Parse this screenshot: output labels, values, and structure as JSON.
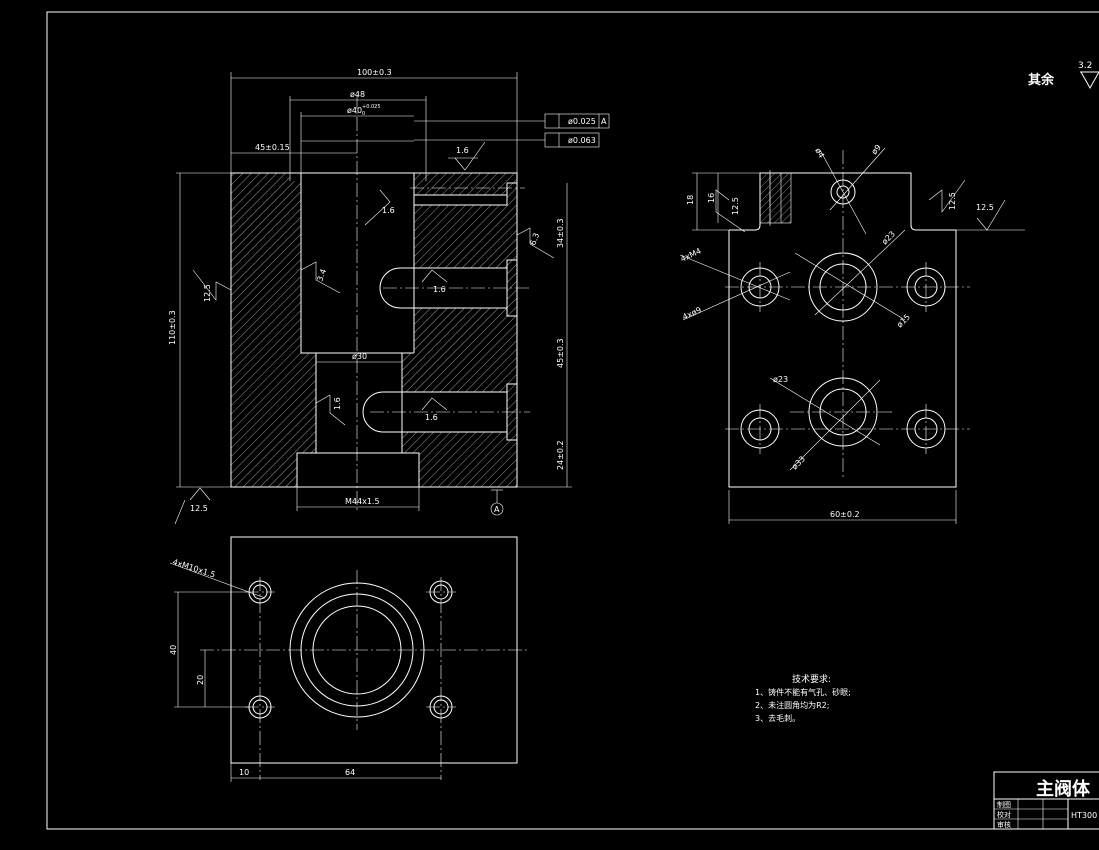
{
  "surface_note": {
    "prefix": "其余",
    "value": "3.2"
  },
  "front_view": {
    "dim_top_width": "100±0.3",
    "dim_bore": "ø48",
    "dim_bore_tol": "ø40",
    "dim_bore_tol_sup": "+0.025",
    "dim_bore_tol_sub": "0",
    "dim_left_offset": "45±0.15",
    "dim_height": "110±0.3",
    "dim_r1": "34±0.3",
    "dim_r2": "45±0.3",
    "dim_r3": "24±0.2",
    "dim_inner_d": "ø30",
    "dim_thread": "M44x1.5",
    "datum": "A",
    "tol_1_value": "ø0.025",
    "tol_1_datum": "A",
    "tol_2_value": "ø0.063",
    "rough": [
      "1.6",
      "1.6",
      "6.3",
      "3.4",
      "1.6",
      "12.5",
      "1.6",
      "1.6",
      "12.5"
    ]
  },
  "side_view": {
    "dim_width": "60±0.2",
    "dim_h1": "18",
    "dim_h2": "16",
    "dim_phi_a": "ø4",
    "dim_phi_b": "ø9",
    "dim_phi_c": "ø23",
    "dim_phi_d": "ø15",
    "dim_phi_e": "ø23",
    "dim_phi_f": "ø33",
    "dim_holes_a": "4xM4",
    "dim_holes_b": "4xø9",
    "rough": [
      "12.5",
      "12.5",
      "12.5"
    ]
  },
  "bottom_view": {
    "dim_holes": "4xM10x1.5",
    "dim_40": "40",
    "dim_20": "20",
    "dim_10": "10",
    "dim_64": "64"
  },
  "tech_notes": {
    "title": "技术要求:",
    "items": [
      "1、铸件不能有气孔、砂眼;",
      "2、未注圆角均为R2;",
      "3、去毛刺。"
    ]
  },
  "title_block": {
    "name": "主阀体",
    "material": "HT300",
    "row_labels": [
      "制图",
      "校对",
      "审核"
    ],
    "row_values": [
      "",
      "",
      ""
    ]
  }
}
